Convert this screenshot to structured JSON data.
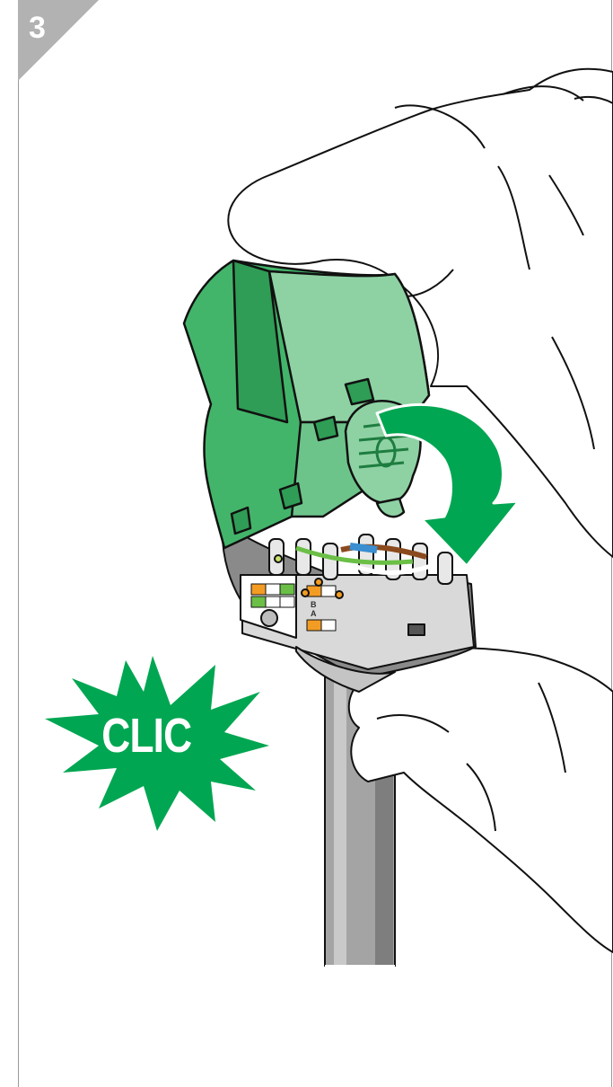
{
  "step": {
    "number": "3"
  },
  "callout": {
    "text": "CLIC"
  },
  "strip_labels": {
    "top": "B",
    "bottom": "A"
  },
  "colors": {
    "brand_green": "#00a651",
    "cover_green": "#4fbf74",
    "cover_light": "#8ed2a3",
    "step_badge": "#b2b2b2",
    "cable_grey": "#9b9b9b",
    "housing_grey": "#8a8a8a"
  },
  "icons": [
    "step-badge",
    "cover-rotation-arrow-icon",
    "click-burst-icon",
    "hand-icon",
    "cable-icon",
    "connector-icon"
  ]
}
